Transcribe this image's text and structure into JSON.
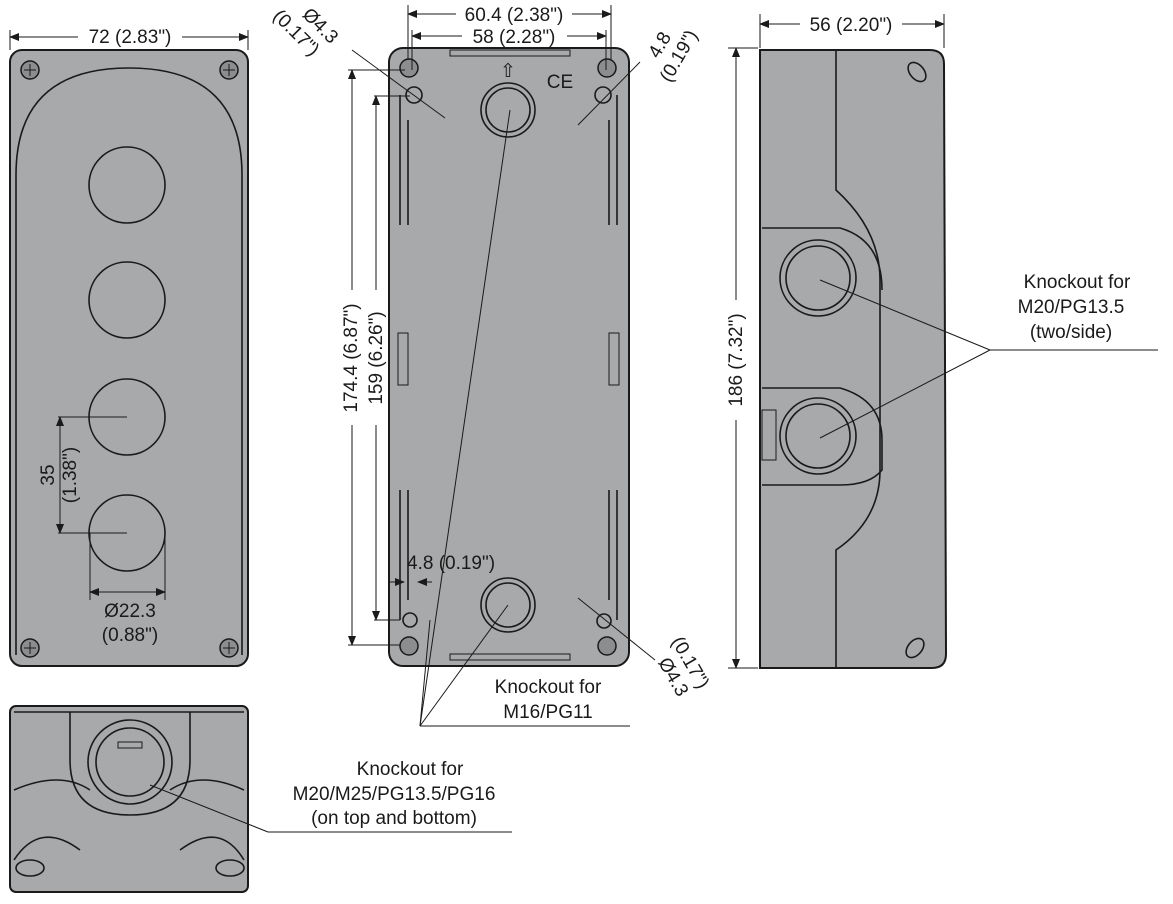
{
  "front_view": {
    "width_dim": "72 (2.83\")",
    "spacing_dim_mm": "35",
    "spacing_dim_in": "(1.38\")",
    "hole_dim_mm": "Ø22.3",
    "hole_dim_in": "(0.88\")"
  },
  "back_view": {
    "outer_width_dim": "60.4 (2.38\")",
    "inner_width_dim": "58 (2.28\")",
    "top_hole_dim_mm": "Ø4.3",
    "top_hole_dim_in": "(0.17\")",
    "top_slot_dim_mm": "4.8",
    "top_slot_dim_in": "(0.19\")",
    "outer_height_dim": "174.4 (6.87\")",
    "inner_height_dim": "159 (6.26\")",
    "bottom_slot_dim": "4.8 (0.19\")",
    "bottom_hole_dim_mm": "Ø4.3",
    "bottom_hole_dim_in": "(0.17\")",
    "ce_mark": "CE",
    "knockout_label_1": "Knockout for",
    "knockout_label_2": "M16/PG11"
  },
  "side_view": {
    "depth_dim": "56 (2.20\")",
    "height_dim": "186 (7.32\")",
    "knockout_label_1": "Knockout for",
    "knockout_label_2": "M20/PG13.5",
    "knockout_label_3": "(two/side)"
  },
  "top_view": {
    "knockout_label_1": "Knockout for",
    "knockout_label_2": "M20/M25/PG13.5/PG16",
    "knockout_label_3": "(on top and bottom)"
  }
}
